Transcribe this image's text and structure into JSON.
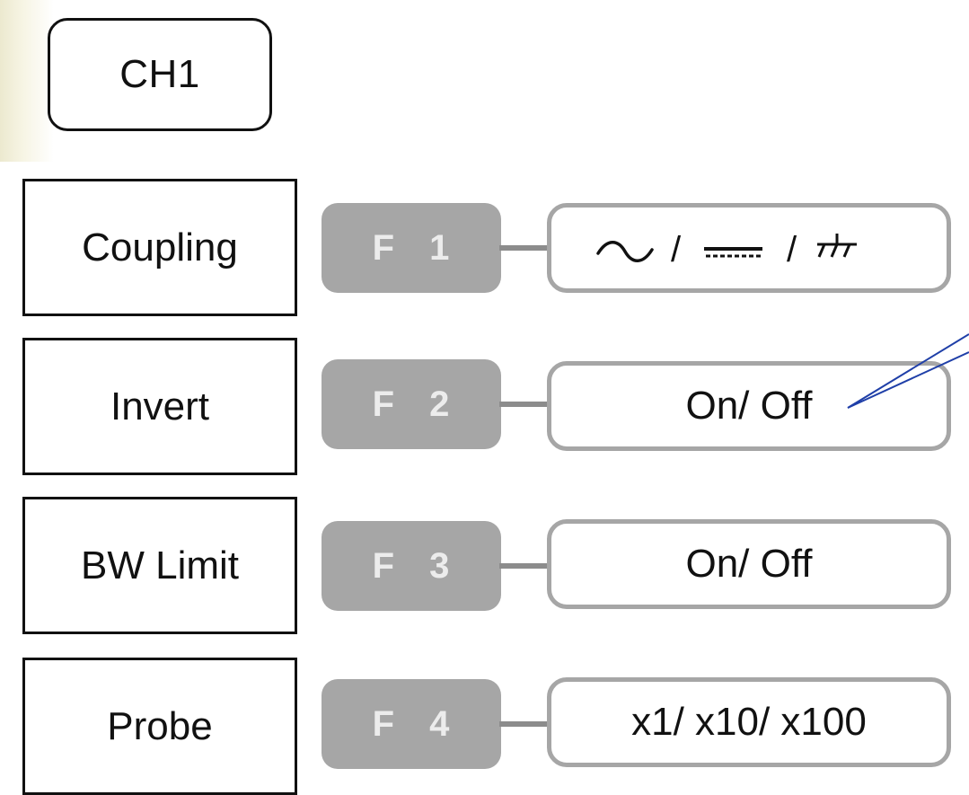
{
  "channel": {
    "label": "CH1"
  },
  "menu": [
    {
      "id": "coupling",
      "label": "Coupling",
      "key": "F 1",
      "options_text": "",
      "options_icons": [
        "ac-coupling-icon",
        "dc-coupling-icon",
        "ground-coupling-icon"
      ],
      "separator": "/"
    },
    {
      "id": "invert",
      "label": "Invert",
      "key": "F 2",
      "options_text": "On/ Off"
    },
    {
      "id": "bw-limit",
      "label": "BW Limit",
      "key": "F 3",
      "options_text": "On/ Off"
    },
    {
      "id": "probe",
      "label": "Probe",
      "key": "F 4",
      "options_text": "x1/ x10/ x100"
    }
  ],
  "colors": {
    "key_fill": "#a6a6a6",
    "key_text": "#ececec",
    "option_border": "#a6a6a6",
    "pointer_line": "#1f3fa8"
  }
}
